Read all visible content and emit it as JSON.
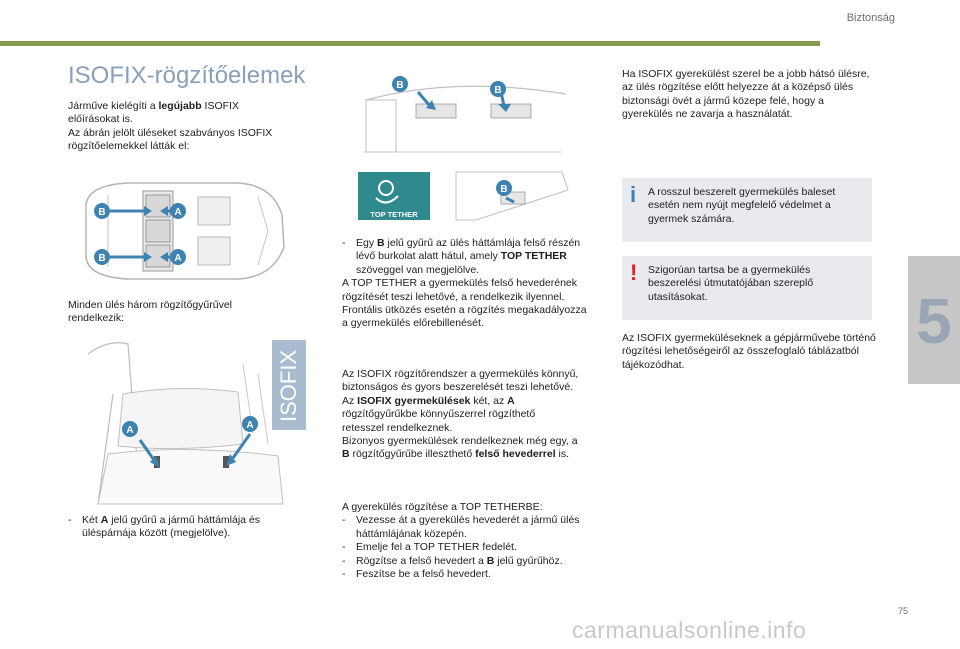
{
  "header": {
    "section": "Biztonság"
  },
  "chapter": {
    "number": "5"
  },
  "page": {
    "number": "75"
  },
  "watermark": "carmanualsonline.info",
  "col1": {
    "title": "ISOFIX-rögzítőelemek",
    "intro_p1_a": "Járműve kielégíti a ",
    "intro_p1_b": "legújabb",
    "intro_p1_c": " ISOFIX előírásokat is.",
    "intro_p2": "Az ábrán jelölt üléseket szabványos ISOFIX rögzítőelemekkel látták el:",
    "rings_text": "Minden ülés három rögzítőgyűrűvel rendelkezik:",
    "bullet_a_1": "Két ",
    "bullet_a_2": "A",
    "bullet_a_3": " jelű gyűrű a jármű háttámlája és üléspárnája között (megjelölve).",
    "fig_isofix_label": "ISOFIX",
    "labels": {
      "a": "A",
      "b": "B"
    }
  },
  "col2": {
    "tether_label": "TOP TETHER",
    "bullet_b_1": "Egy ",
    "bullet_b_2": "B",
    "bullet_b_3": " jelű gyűrű az ülés háttámlája felső részén lévő burkolat alatt hátul, amely ",
    "bullet_b_4": "TOP TETHER",
    "bullet_b_5": " szöveggel van megjelölve.",
    "p_tether": "A TOP TETHER a gyermekülés felső hevederének rögzítését teszi lehetővé, a rendelkezik ilyennel. Frontális ütközés esetén a rögzítés megakadályozza a gyermekülés előrebillenését.",
    "p_system": "Az ISOFIX rögzítőrendszer a gyermekülés könnyű, biztonságos és gyors beszerelését teszi lehetővé.",
    "p_seats_1": "Az ",
    "p_seats_2": "ISOFIX gyermekülések",
    "p_seats_3": " két, az ",
    "p_seats_4": "A",
    "p_seats_5": " rögzítőgyűrűkbe könnyűszerrel rögzíthető retesszel rendelkeznek.",
    "p_some_1": "Bizonyos gyermekülések rendelkeznek még egy, a ",
    "p_some_2": "B",
    "p_some_3": " rögzítőgyűrűbe illeszthető ",
    "p_some_4": "felső hevederrel",
    "p_some_5": " is.",
    "steps_title": "A gyerekülés rögzítése a TOP TETHERBE:",
    "step1": "Vezesse át a gyerekülés hevederét a jármű ülés háttámlájának közepén.",
    "step2": "Emelje fel a TOP TETHER fedelét.",
    "step3_a": "Rögzítse a felső hevedert a ",
    "step3_b": "B",
    "step3_c": " jelű gyűrűhöz.",
    "step4": "Feszítse be a felső hevedert."
  },
  "col3": {
    "p1": "Ha ISOFIX gyerekülést szerel be a jobb hátsó ülésre, az ülés rögzítése előtt helyezze át a középső ülés biztonsági övét a jármű közepe felé, hogy a gyerekülés ne zavarja a használatát.",
    "info_icon": "i",
    "info": "A rosszul beszerelt gyermekülés baleset esetén nem nyújt megfelelő védelmet a gyermek számára.",
    "warn_icon": "!",
    "warning": "Szigorúan tartsa be a gyermekülés beszerelési útmutatójában szereplő utasításokat.",
    "p2": "Az ISOFIX gyermeküléseknek a gépjárművebe történő rögzítési lehetőségeiről az összefoglaló táblázatból tájékozódhat."
  },
  "colors": {
    "accent_green": "#8a9a52",
    "marker_blue": "#3d82b0",
    "title_blue": "#8aa0b8",
    "tether_teal": "#2f8a8e",
    "warn_red": "#e02027",
    "info_blue": "#3a7fbf",
    "isofix_tab": "#a9bccf"
  }
}
